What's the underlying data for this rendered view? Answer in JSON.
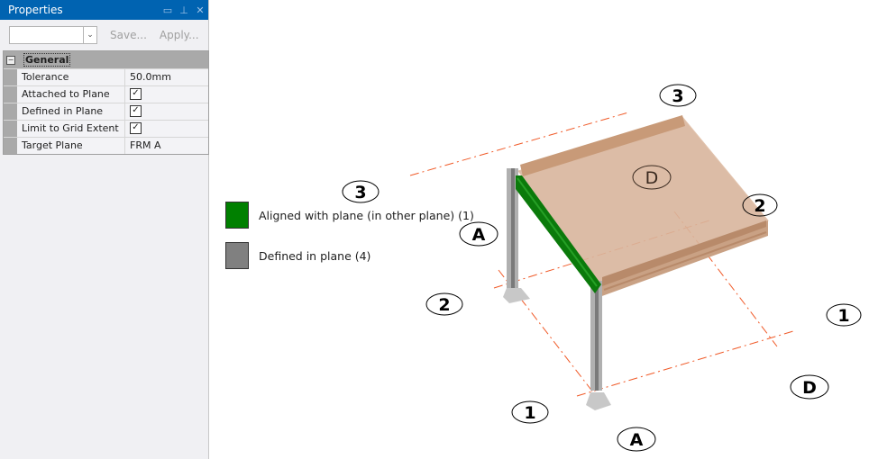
{
  "panel": {
    "title": "Properties",
    "save_label": "Save...",
    "apply_label": "Apply...",
    "category": "General",
    "rows": [
      {
        "key": "Tolerance",
        "value": "50.0mm"
      },
      {
        "key": "Attached to Plane",
        "checked": true
      },
      {
        "key": "Defined in Plane",
        "checked": true
      },
      {
        "key": "Limit to Grid Extent",
        "checked": true
      },
      {
        "key": "Target Plane",
        "value": "FRM A"
      }
    ]
  },
  "legend": [
    {
      "label": "Aligned with plane (in other plane) (1)",
      "color": "#008000"
    },
    {
      "label": "Defined in plane (4)",
      "color": "#808080"
    }
  ],
  "grid_bubbles": {
    "b3a": "3",
    "b3b": "3",
    "bAa": "A",
    "b2a": "2",
    "b1a": "1",
    "bAb": "A",
    "bDa": "D",
    "b2b": "2",
    "b1b": "1",
    "bDb": "D"
  },
  "colors": {
    "titlebar": "#0063b1",
    "grid_line": "#f05a28",
    "slab": "#d2ac90"
  }
}
